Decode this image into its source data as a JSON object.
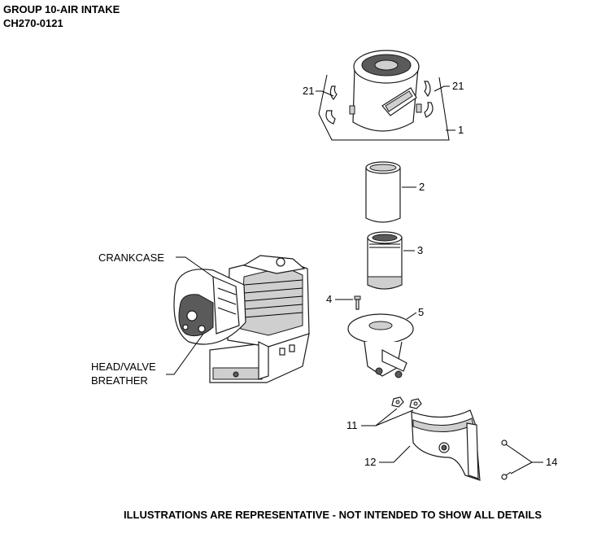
{
  "header": {
    "group_title": "GROUP 10-AIR INTAKE",
    "model": "CH270-0121"
  },
  "labels": {
    "crankcase": "CRANKCASE",
    "head_valve_line1": "HEAD/VALVE",
    "head_valve_line2": "BREATHER"
  },
  "callouts": {
    "c21_left": "21",
    "c21_right": "21",
    "c1": "1",
    "c2": "2",
    "c3": "3",
    "c4": "4",
    "c5": "5",
    "c11": "11",
    "c12": "12",
    "c14": "14"
  },
  "footer": {
    "disclaimer": "ILLUSTRATIONS ARE REPRESENTATIVE - NOT INTENDED TO SHOW ALL DETAILS"
  }
}
